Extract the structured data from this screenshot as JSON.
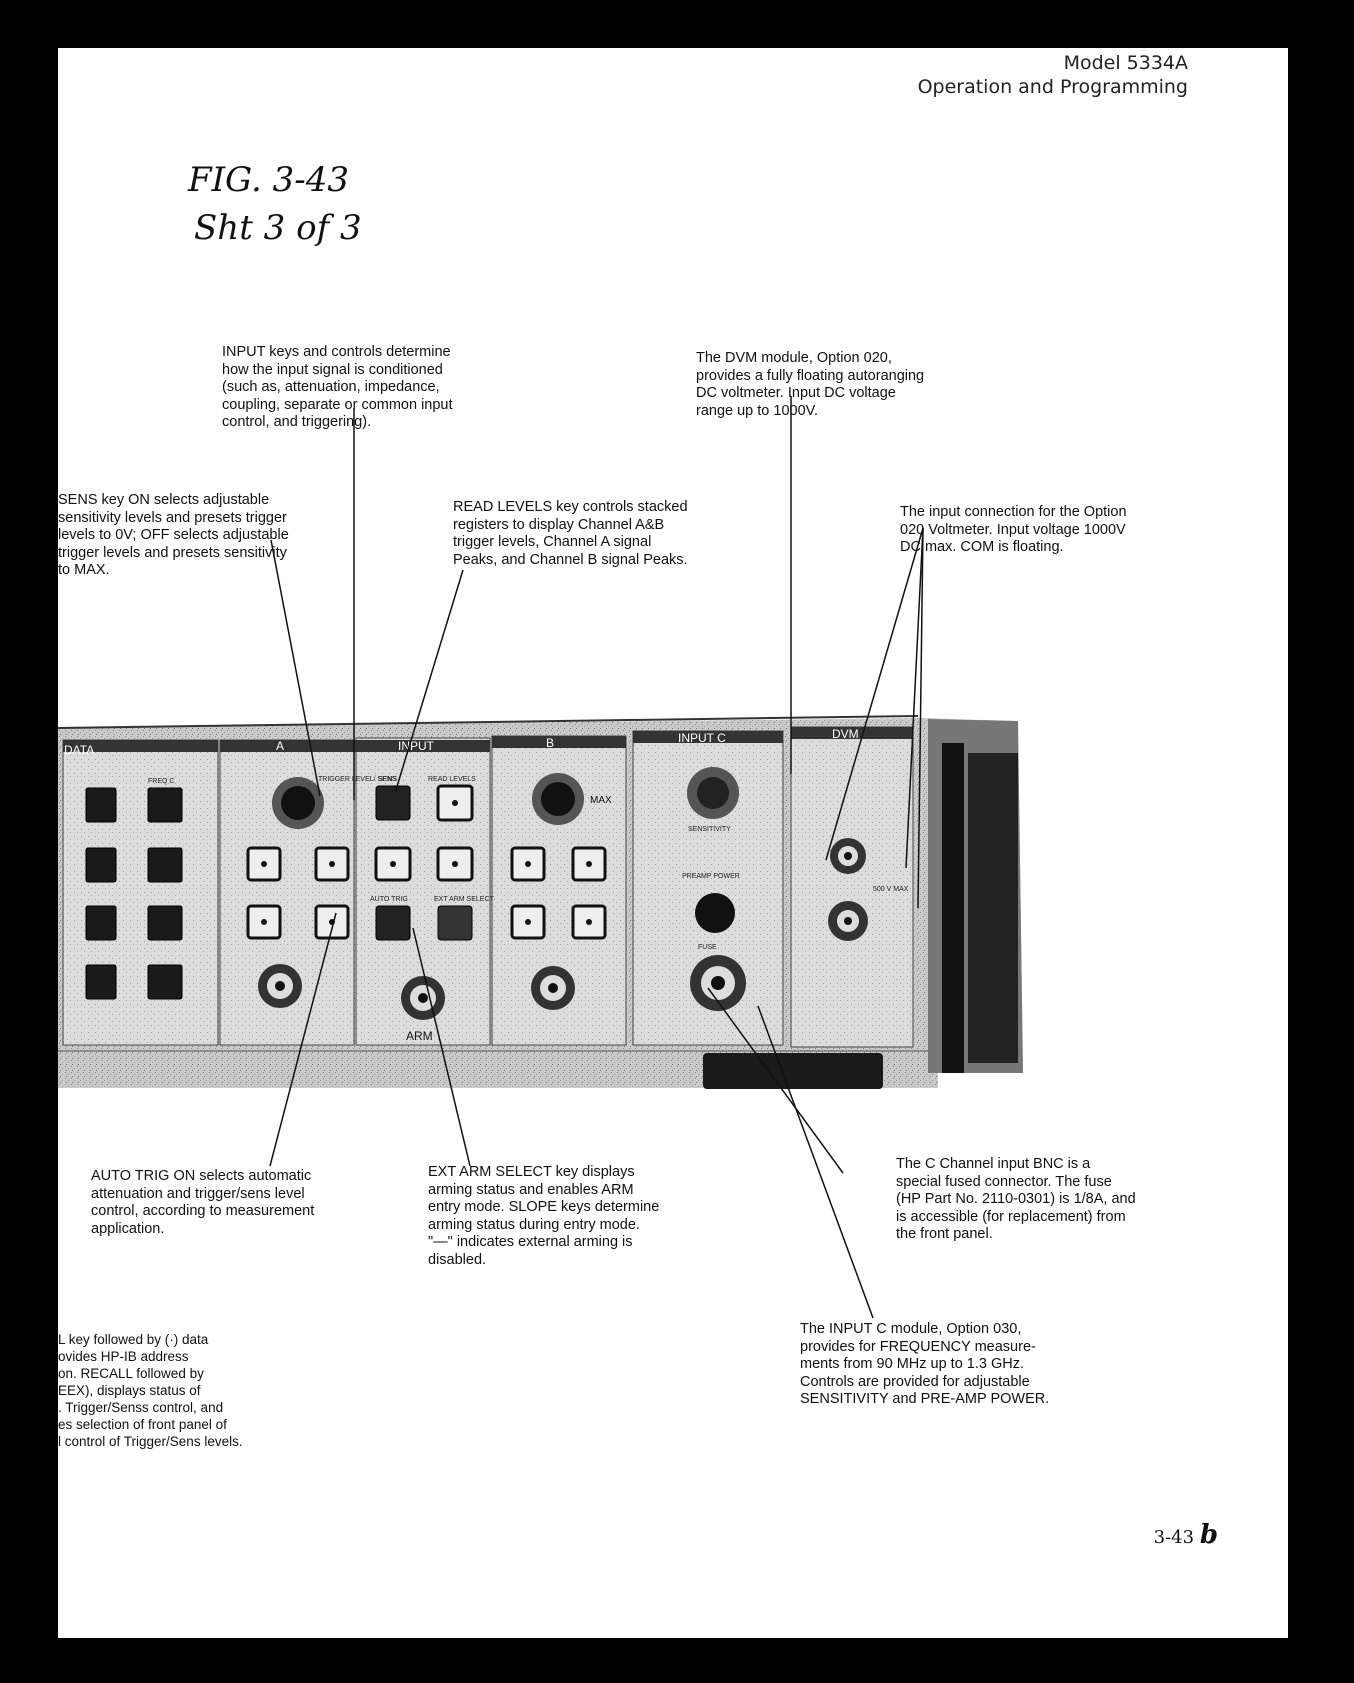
{
  "header": {
    "model": "Model 5334A",
    "section": "Operation and Programming"
  },
  "handwriting": {
    "fig": "FIG. 3-43",
    "sheet": "Sht 3 of 3"
  },
  "panel_labels": {
    "data": "DATA",
    "a": "A",
    "input": "INPUT",
    "b": "B",
    "input_c": "INPUT C",
    "dvm": "DVM",
    "arm": "ARM",
    "preamp_power": "PREAMP POWER",
    "sensitivity": "SENSITIVITY",
    "trigger_level_sens": "TRIGGER LEVEL/ SENS",
    "sens": "SENS",
    "read_levels": "READ LEVELS",
    "auto_trig": "AUTO TRIG",
    "ext_arm_select": "EXT ARM SELECT",
    "freq_c": "FREQ C",
    "max": "MAX",
    "fuse": "FUSE",
    "v_max": "500 V MAX"
  },
  "notes": {
    "input_keys": [
      "INPUT keys and controls determine",
      "how the input signal is conditioned",
      "(such as, attenuation, impedance,",
      "coupling, separate or common input",
      "control, and triggering)."
    ],
    "dvm_module": [
      "The DVM module, Option 020,",
      "provides a fully floating autoranging",
      "DC voltmeter. Input DC voltage",
      "range up to 1000V."
    ],
    "sens_key": [
      "SENS key ON selects adjustable",
      "sensitivity levels and presets trigger",
      "levels to 0V; OFF selects adjustable",
      "trigger levels and presets sensitivity",
      "to MAX."
    ],
    "read_levels": [
      "READ LEVELS key controls stacked",
      "registers to display Channel A&B",
      "trigger levels, Channel A signal",
      "Peaks, and Channel B signal Peaks."
    ],
    "input_connection": [
      "The input connection for the Option",
      "020 Voltmeter. Input voltage 1000V",
      "DC max. COM is floating."
    ],
    "auto_trig": [
      "AUTO TRIG ON selects automatic",
      "attenuation and trigger/sens level",
      "control, according to measurement",
      "application."
    ],
    "ext_arm": [
      "EXT ARM SELECT key displays",
      "arming status and enables ARM",
      "entry mode. SLOPE keys determine",
      "arming status during entry mode.",
      "\"—\" indicates external arming is",
      "disabled."
    ],
    "c_channel": [
      "The C Channel input BNC is a",
      "special fused connector. The fuse",
      "(HP Part No. 2110-0301) is 1/8A, and",
      "is accessible (for replacement) from",
      "the front panel."
    ],
    "input_c": [
      "The INPUT C module, Option 030,",
      "provides for FREQUENCY measure-",
      "ments from 90 MHz up to 1.3 GHz.",
      "Controls are provided for adjustable",
      "SENSITIVITY and PRE-AMP POWER."
    ],
    "recall": [
      "L key followed by (·) data",
      "ovides HP-IB address",
      "on. RECALL followed by",
      "EEX), displays status of",
      ". Trigger/Senss control, and",
      "es selection of front panel of",
      "l control of Trigger/Sens levels."
    ]
  },
  "page_number": "3-43",
  "page_suffix": "b"
}
